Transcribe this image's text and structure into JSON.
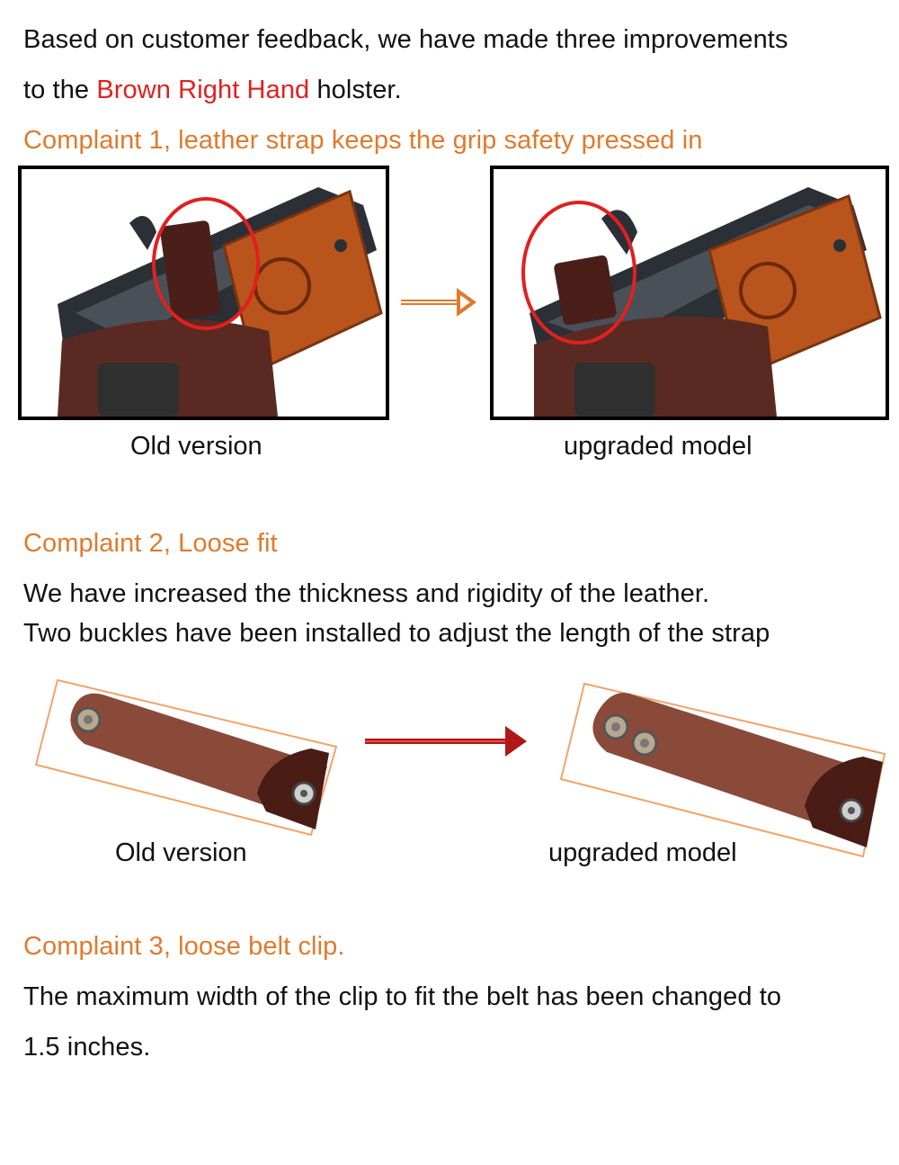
{
  "intro": {
    "line1": "Based on customer feedback, we have made three improvements",
    "line2_prefix": "to the ",
    "line2_highlight": "Brown Right Hand",
    "line2_suffix": " holster."
  },
  "complaint1": {
    "heading": "Complaint 1,   leather strap keeps the grip safety pressed in",
    "old_caption": "Old version",
    "new_caption": "upgraded model"
  },
  "complaint2": {
    "heading": "Complaint 2,   Loose fit",
    "body_line1": "We have increased the thickness and rigidity of the leather.",
    "body_line2": "Two buckles have been installed to adjust the length of the strap",
    "old_caption": "Old version",
    "new_caption": "upgraded model"
  },
  "complaint3": {
    "heading": "Complaint 3,   loose belt clip.",
    "body_line1": "The maximum width of the clip to fit the belt has been changed to",
    "body_line2": "1.5 inches."
  },
  "colors": {
    "accent_orange": "#e07a2c",
    "highlight_red": "#e02020",
    "leather_brown": "#5a2a22",
    "grip_wood": "#b8541c"
  },
  "icons": {
    "arrow1": "orange-arrow-right-icon",
    "arrow2": "red-arrow-right-icon"
  }
}
